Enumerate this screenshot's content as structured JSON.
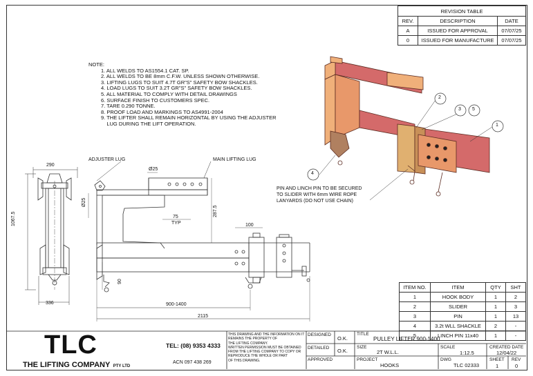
{
  "revision_table": {
    "title": "REVISION TABLE",
    "headers": [
      "REV.",
      "DESCRIPTION",
      "DATE"
    ],
    "rows": [
      [
        "A",
        "ISSUED FOR APPROVAL",
        "07/07/25"
      ],
      [
        "0",
        "ISSUED FOR MANUFACTURE",
        "07/07/25"
      ]
    ]
  },
  "notes": {
    "heading": "NOTE:",
    "items": [
      "1. ALL WELDS TO AS1554.1 CAT. SP.",
      "2. ALL WELDS TO BE 8mm C.F.W. UNLESS SHOWN OTHERWISE.",
      "3. LIFTING LUGS TO SUIT 4.7T GR\"S\" SAFETY BOW SHACKLES.",
      "4. LOAD LUGS TO SUIT 3.2T GR\"S\" SAFETY BOW SHACKLES.",
      "5. ALL MATERIAL TO COMPLY WITH DETAIL DRAWINGS",
      "6. SURFACE FINISH TO CUSTOMERS SPEC.",
      "7. TARE 0.290 TONNE.",
      "8. PROOF LOAD AND MARKINGS TO AS4991-2004",
      "9. THE LIFTER SHALL REMAIN HORIZONTAL BY USING THE ADJUSTER",
      "    LUG DURING THE LIFT OPERATION."
    ]
  },
  "callouts": {
    "adjuster_lug": "ADJUSTER LUG",
    "main_lifting_lug": "MAIN LIFTING LUG",
    "pin_note": [
      "PIN AND LINCH PIN TO BE SECURED",
      "TO SLIDER WITH 6mm WIRE ROPE",
      "LANYARDS (DO NOT USE CHAIN)"
    ],
    "balloons": [
      "1",
      "2",
      "3",
      "5",
      "4"
    ]
  },
  "dimensions": {
    "d290": "290",
    "d1067": "1067.5",
    "d336": "336",
    "dia25a": "Ø25",
    "dia25b": "Ø25",
    "d287": "287.5",
    "d75": "75",
    "typ": "TYP",
    "d100": "100",
    "d90": "90",
    "d900": "900-1400",
    "d2115": "2115"
  },
  "item_table": {
    "headers": [
      "ITEM NO.",
      "ITEM",
      "QTY",
      "SHT"
    ],
    "rows": [
      [
        "1",
        "HOOK BODY",
        "1",
        "2"
      ],
      [
        "2",
        "SLIDER",
        "1",
        "3"
      ],
      [
        "3",
        "PIN",
        "1",
        "13"
      ],
      [
        "4",
        "3.2t WLL SHACKLE",
        "2",
        "-"
      ],
      [
        "5",
        "LINCH PIN 11x40",
        "1",
        "-"
      ]
    ]
  },
  "title_block": {
    "logo": "TLC",
    "company": "THE LIFTING COMPANY",
    "pty": "PTY LTD",
    "tel": "TEL: (08) 9353 4333",
    "acn": "ACN 097 438 269",
    "disclaimer": [
      "THIS DRAWING AND THE INFORMATION ON IT",
      "REMAINS THE PROPERTY OF",
      "THE LIFTING COMPANY.",
      "WRITTEN PERMISSION MUST BE OBTAINED",
      "FROM THE LIFTING COMPANY TO COPY OR",
      "REPRODUCE THE WHOLE OR PART",
      "OF THIS DRAWING."
    ],
    "designed_lbl": "DESIGNED",
    "designed_val": "O.K.",
    "detailed_lbl": "DETAILED",
    "detailed_val": "O.K.",
    "approved_lbl": "APPROVED",
    "title_lbl": "TITLE",
    "title_val": "PULLEY LIFTER 900-1400",
    "size_lbl": "SIZE",
    "size_val": "2T W.L.L.",
    "scale_lbl": "SCALE",
    "scale_val": "1:12.5",
    "created_lbl": "CREATED DATE",
    "created_val": "12/04/22",
    "project_lbl": "PROJECT",
    "project_val": "HOOKS",
    "dwg_lbl": "DWG",
    "dwg_val": "TLC 02333",
    "sheet_lbl": "SHEET",
    "sheet_val": "1",
    "rev_lbl": "REV",
    "rev_val": "0"
  }
}
